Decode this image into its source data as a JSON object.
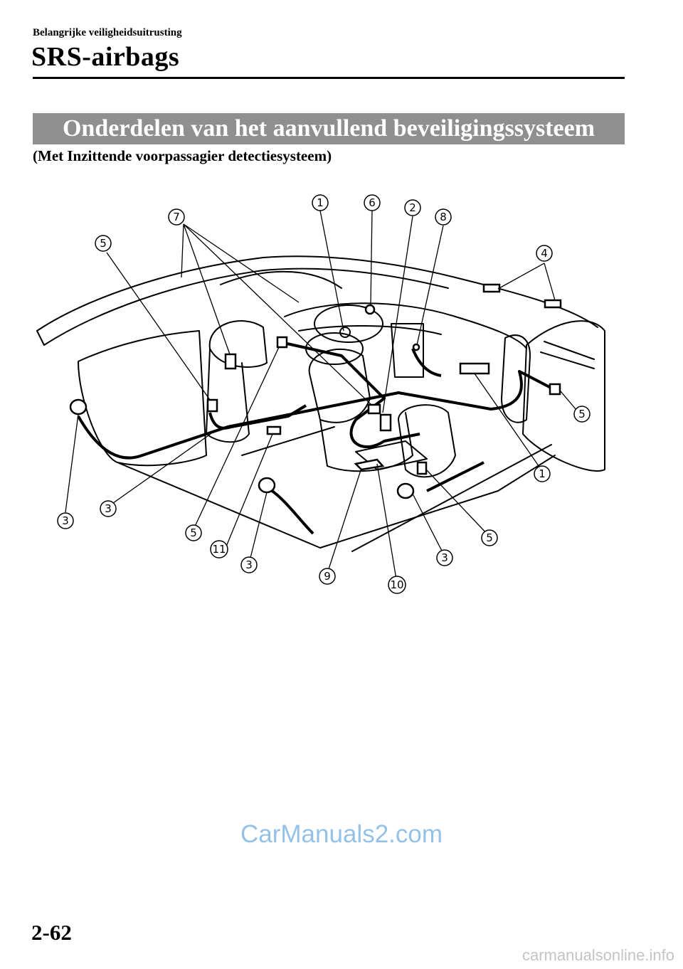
{
  "header": {
    "subtitle": "Belangrijke veiligheidsuitrusting",
    "title": "SRS-airbags"
  },
  "section": {
    "banner": "Onderdelen van het aanvullend beveiligingssysteem",
    "subtitle": "(Met Inzittende voorpassagier detectiesysteem)"
  },
  "diagram": {
    "callouts": [
      "1",
      "6",
      "2",
      "8",
      "7",
      "5",
      "4",
      "5",
      "1",
      "3",
      "3",
      "5",
      "11",
      "3",
      "9",
      "10",
      "3",
      "5"
    ]
  },
  "watermark": "CarManuals2.com",
  "footer": {
    "page_number": "2-62",
    "site": "carmanualsonline.info"
  },
  "colors": {
    "banner": "#8f8f8f",
    "watermark": "#3d8fd4",
    "footer_site": "#c4c4c4"
  }
}
